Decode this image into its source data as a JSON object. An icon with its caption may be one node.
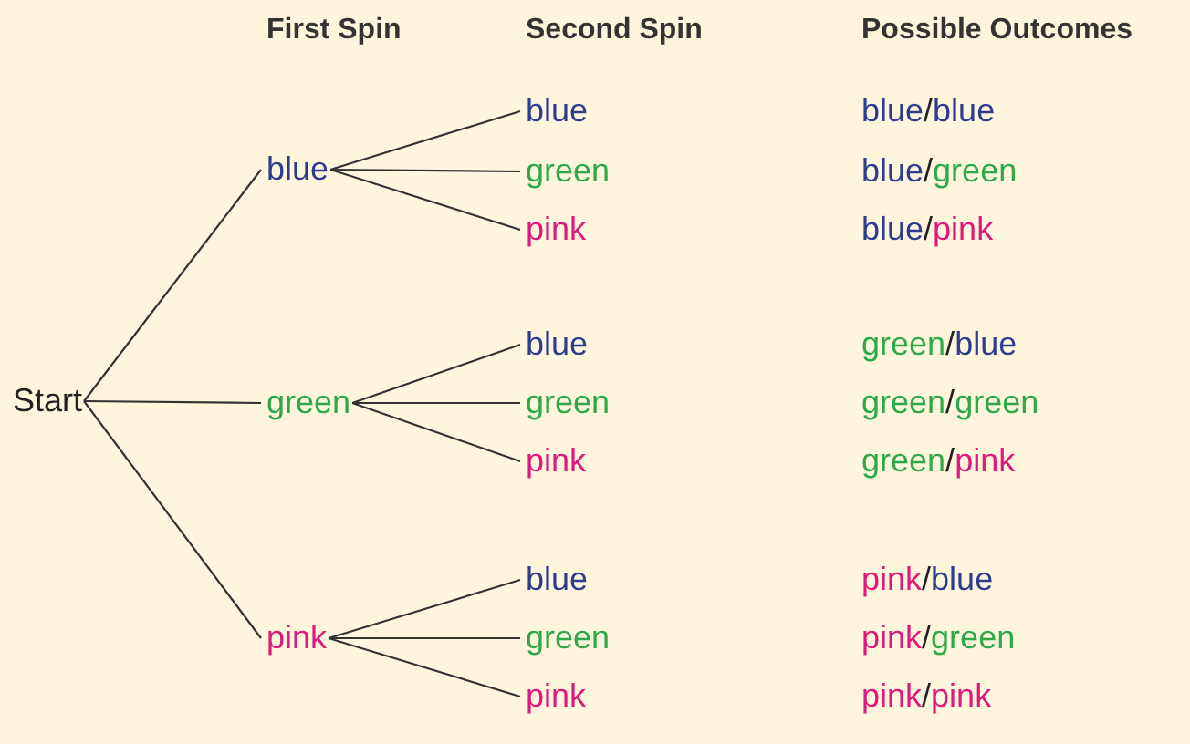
{
  "diagram": {
    "nodes": [
      {
        "text": [
          "Start"
        ]
      },
      {
        "text": [
          "blue"
        ]
      },
      {
        "text": [
          "green"
        ]
      },
      {
        "text": [
          "pink"
        ]
      },
      {
        "text": [
          "blue"
        ]
      },
      {
        "text": [
          "green"
        ]
      },
      {
        "text": [
          "pink"
        ]
      },
      {
        "text": [
          "blue"
        ]
      },
      {
        "text": [
          "green"
        ]
      },
      {
        "text": [
          "pink"
        ]
      },
      {
        "text": [
          "blue"
        ]
      },
      {
        "text": [
          "green"
        ]
      },
      {
        "text": [
          "pink"
        ]
      }
    ],
    "edges": [
      {
        "from": 0,
        "to": 1,
        "arrow": "none"
      },
      {
        "from": 0,
        "to": 2,
        "arrow": "none"
      },
      {
        "from": 0,
        "to": 3,
        "arrow": "none"
      },
      {
        "from": 1,
        "to": 4,
        "arrow": "none"
      },
      {
        "from": 1,
        "to": 5,
        "arrow": "none"
      },
      {
        "from": 1,
        "to": 6,
        "arrow": "none"
      },
      {
        "from": 2,
        "to": 7,
        "arrow": "none"
      },
      {
        "from": 2,
        "to": 8,
        "arrow": "none"
      },
      {
        "from": 2,
        "to": 9,
        "arrow": "none"
      },
      {
        "from": 3,
        "to": 10,
        "arrow": "none"
      },
      {
        "from": 3,
        "to": 11,
        "arrow": "none"
      },
      {
        "from": 3,
        "to": 12,
        "arrow": "none"
      }
    ],
    "labels": [
      "First Spin",
      "Second Spin",
      "Possible Outcomes",
      "blue/blue",
      "blue/green",
      "blue/pink",
      "green/blue",
      "green/green",
      "green/pink",
      "pink/blue",
      "pink/green",
      "pink/pink"
    ]
  }
}
